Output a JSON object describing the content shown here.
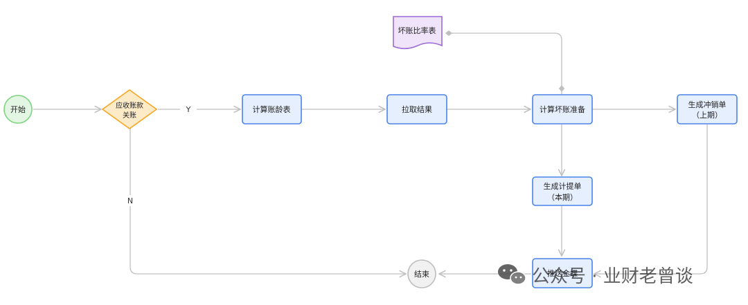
{
  "nodes": {
    "start": "开始",
    "decision": [
      "应收账款",
      "关账"
    ],
    "aging": "计算账龄表",
    "pull_result": "拉取结果",
    "bad_debt_prep": "计算坏账准备",
    "bad_debt_ratio": "坏账比率表",
    "reversal": [
      "生成冲销单",
      "（上期）"
    ],
    "provision": [
      "生成计提单",
      "（本期）"
    ],
    "push": "推送金蝶",
    "end": "结束"
  },
  "edge_labels": {
    "yes": "Y",
    "no": "N"
  },
  "watermark": {
    "icon": "wechat-icon",
    "text": "公众号 · 业财老曾谈"
  },
  "colors": {
    "start": "#7ed37e",
    "decision": "#f5a623",
    "process": "#4a82e8",
    "document": "#9b6ad6",
    "end": "#bdbdbd",
    "edge": "#bfbfbf"
  }
}
